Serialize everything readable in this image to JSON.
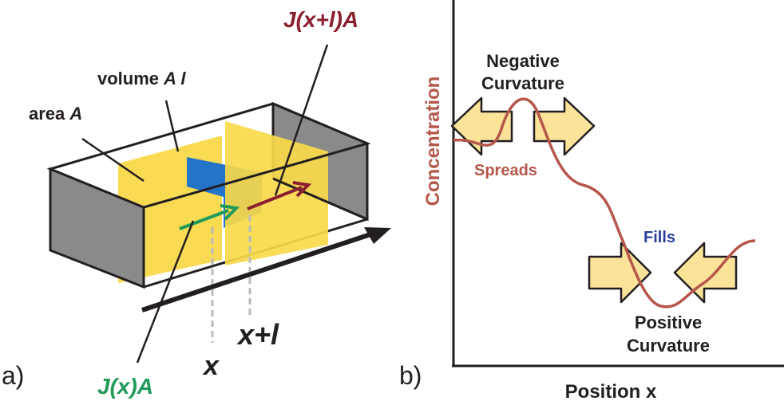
{
  "panel_a": {
    "panel_label": "a)",
    "label_volume_prefix": "volume ",
    "label_volume_var": "A l",
    "label_area_prefix": "area ",
    "label_area_var": "A",
    "label_flux_out": "J(x+l)A",
    "label_flux_in": "J(x)A",
    "label_x": "x",
    "label_x_plus_l": "x+l",
    "colors": {
      "box_outline": "#231f20",
      "end_face": "#8a8a8a",
      "plane": "#f9d94a",
      "slab": "#2474c9",
      "flux_in": "#1f9a5a",
      "flux_out": "#8a2030",
      "guide": "#bbbbbb"
    }
  },
  "panel_b": {
    "panel_label": "b)",
    "axis_y_label": "Concentration",
    "axis_x_label": "Position x",
    "label_negative": "Negative",
    "label_curvature_top": "Curvature",
    "label_spreads": "Spreads",
    "label_fills": "Fills",
    "label_positive": "Positive",
    "label_curvature_bottom": "Curvature",
    "colors": {
      "curve": "#b5574a",
      "arrow_fill": "#fbe39a",
      "arrow_stroke": "#231f20",
      "fills_text": "#2b3f9e",
      "spreads_text": "#b5574a"
    }
  }
}
